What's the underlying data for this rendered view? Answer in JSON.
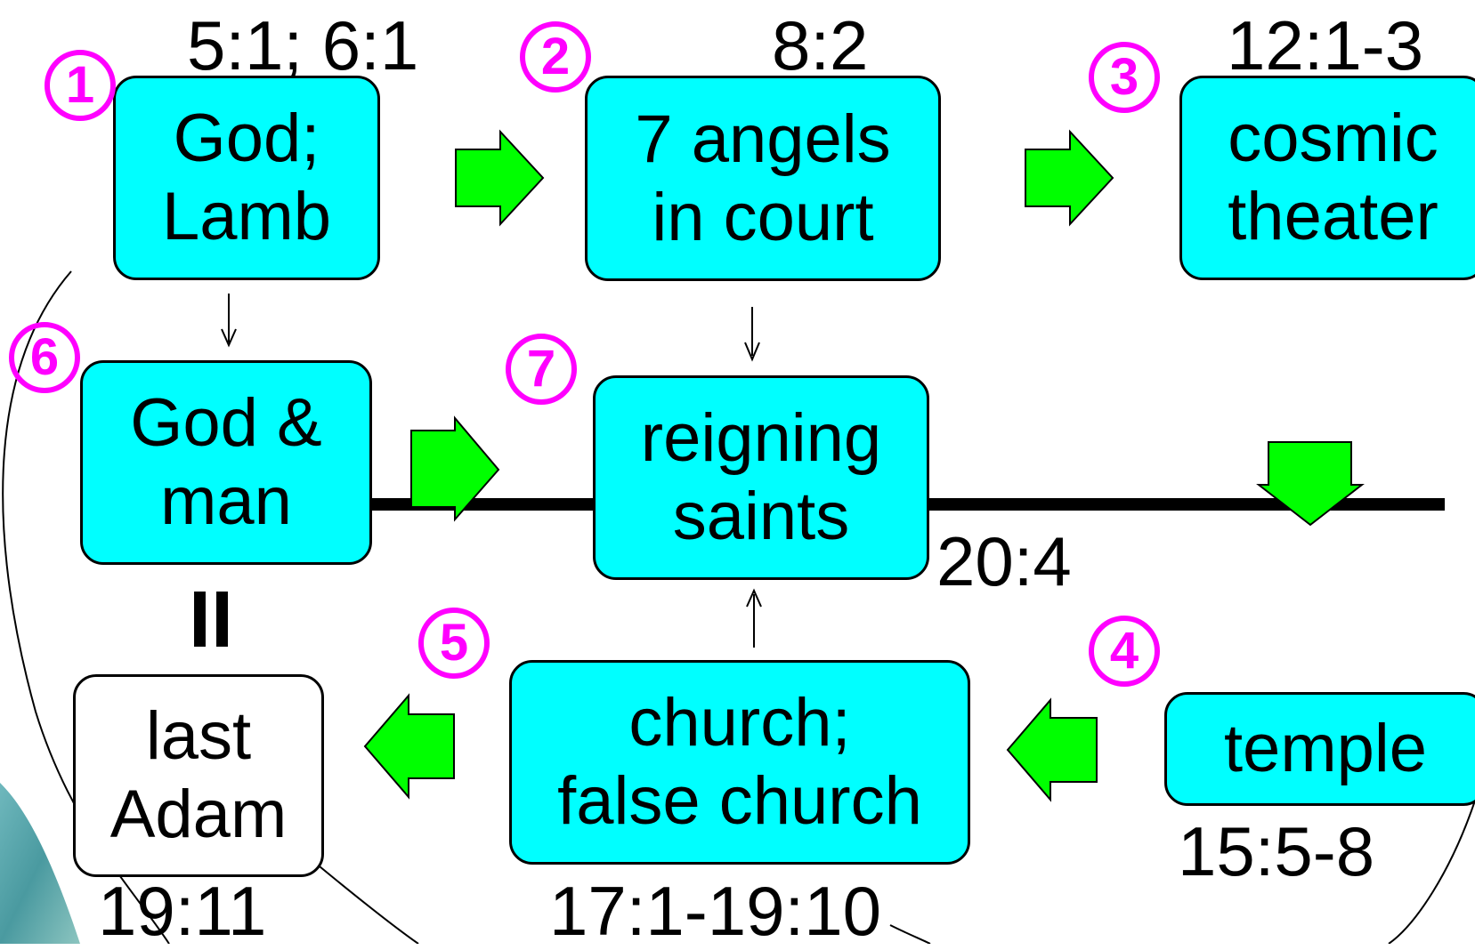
{
  "colors": {
    "box_fill": "#00ffff",
    "plain_box_fill": "#ffffff",
    "arrow_fill": "#00ff00",
    "number_color": "#ff00ff",
    "scene_bottom_left": "#4a9aa0"
  },
  "nodes": [
    {
      "id": "god-lamb",
      "number": "1",
      "label": "God;\nLamb",
      "ref": "5:1; 6:1"
    },
    {
      "id": "seven-angels",
      "number": "2",
      "label": "7 angels\nin court",
      "ref": "8:2"
    },
    {
      "id": "cosmic-theater",
      "number": "3",
      "label": "cosmic\ntheater",
      "ref": "12:1-3"
    },
    {
      "id": "temple",
      "number": "4",
      "label": "temple",
      "ref": "15:5-8"
    },
    {
      "id": "church",
      "number": "5",
      "label": "church;\nfalse church",
      "ref": "17:1-19:10"
    },
    {
      "id": "god-man",
      "number": "6",
      "label": "God &\nman",
      "ref": ""
    },
    {
      "id": "reigning-saints",
      "number": "7",
      "label": "reigning\nsaints",
      "ref": "20:4"
    },
    {
      "id": "last-adam",
      "number": "",
      "label": "last\nAdam",
      "ref": "19:11"
    }
  ],
  "equals_sign": "II",
  "arrows": [
    {
      "from": "god-lamb",
      "to": "seven-angels",
      "direction": "right",
      "style": "block"
    },
    {
      "from": "seven-angels",
      "to": "cosmic-theater",
      "direction": "right",
      "style": "block"
    },
    {
      "from": "cosmic-theater",
      "to": "temple",
      "direction": "down",
      "style": "block"
    },
    {
      "from": "temple",
      "to": "church",
      "direction": "left",
      "style": "block"
    },
    {
      "from": "church",
      "to": "last-adam",
      "direction": "left",
      "style": "block"
    },
    {
      "from": "god-man",
      "to": "reigning-saints",
      "direction": "right",
      "style": "block"
    },
    {
      "from": "god-lamb",
      "to": "god-man",
      "direction": "down",
      "style": "thin"
    },
    {
      "from": "seven-angels",
      "to": "reigning-saints",
      "direction": "down",
      "style": "thin"
    },
    {
      "from": "church",
      "to": "reigning-saints",
      "direction": "up",
      "style": "thin"
    }
  ]
}
